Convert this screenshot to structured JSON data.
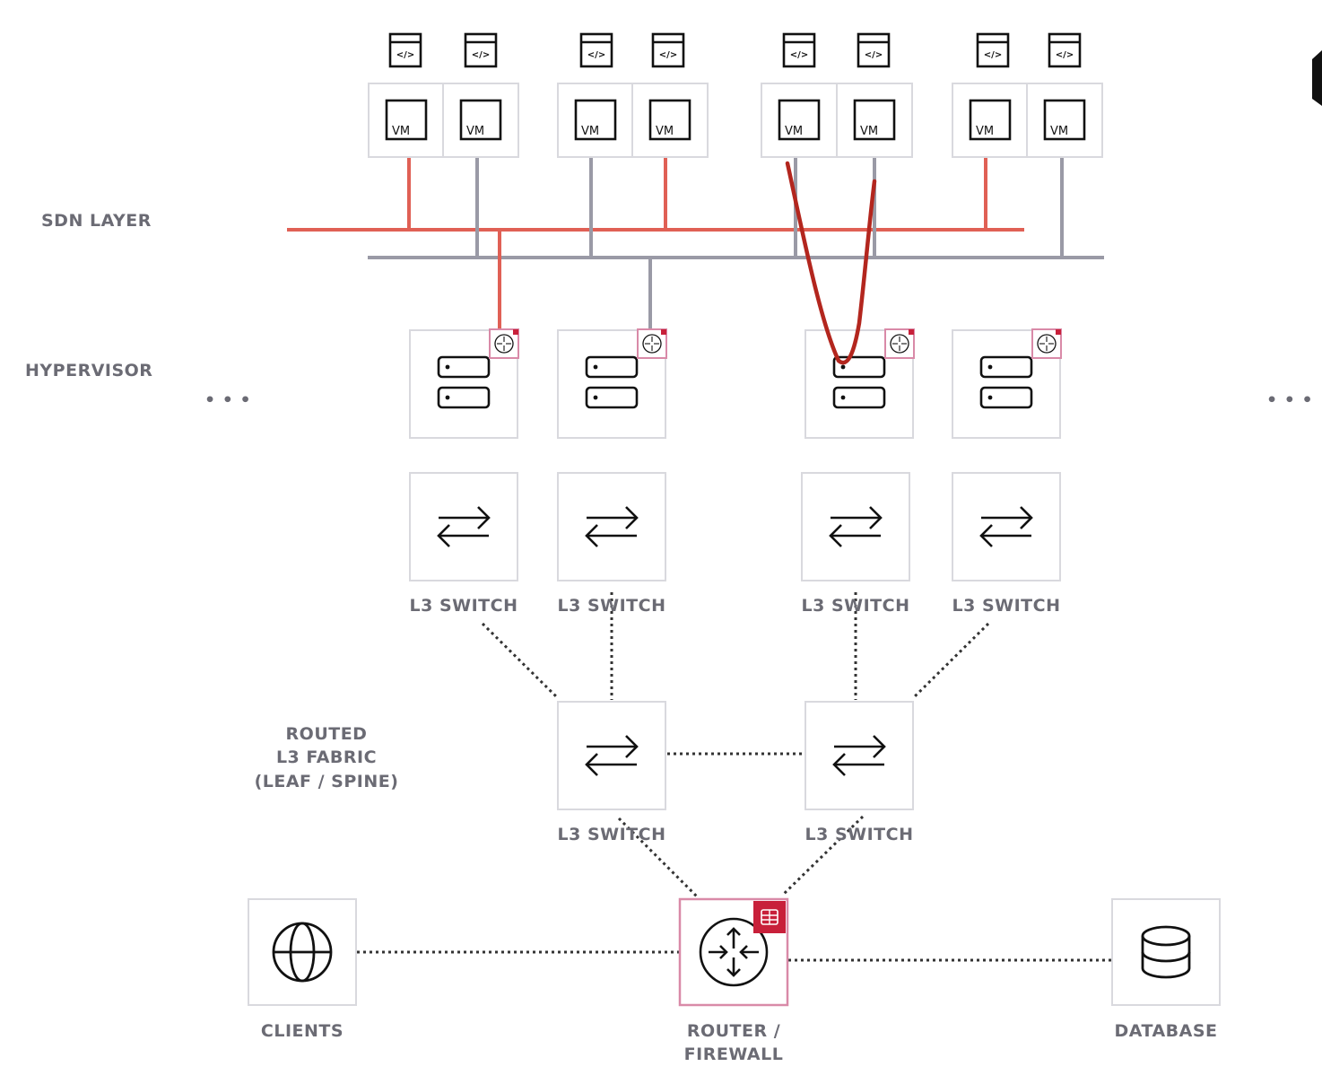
{
  "layers": {
    "sdn": "SDN LAYER",
    "hypervisor": "HYPERVISOR",
    "fabric_line1": "ROUTED",
    "fabric_line2": "L3 FABRIC",
    "fabric_line3": "(LEAF / SPINE)"
  },
  "vm_label": "VM",
  "app_label": "</>",
  "ellipsis": "• • •",
  "switches": {
    "leaf1": "L3 SWITCH",
    "leaf2": "L3 SWITCH",
    "leaf3": "L3 SWITCH",
    "leaf4": "L3 SWITCH",
    "spine1": "L3 SWITCH",
    "spine2": "L3 SWITCH"
  },
  "endpoints": {
    "clients": "CLIENTS",
    "router_line1": "ROUTER /",
    "router_line2": "FIREWALL",
    "database": "DATABASE"
  },
  "colors": {
    "red_network": "#e06055",
    "gray_network": "#9a9aa6",
    "highlight": "#b3261e",
    "accent_pink": "#d98aa8",
    "badge_red": "#c8203a"
  }
}
